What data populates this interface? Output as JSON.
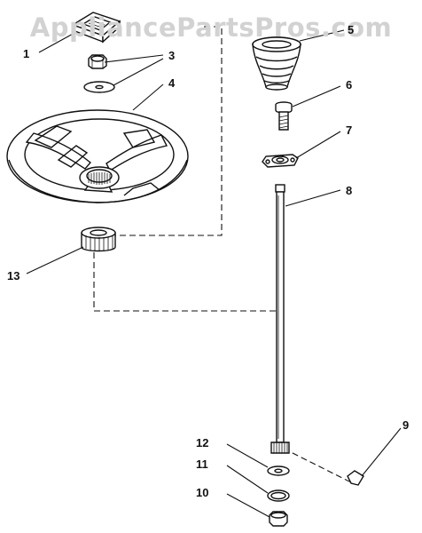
{
  "watermark": "AppliancePartsPros.com",
  "callouts": [
    {
      "key": "p1",
      "label": "1"
    },
    {
      "key": "p3",
      "label": "3"
    },
    {
      "key": "p4",
      "label": "4"
    },
    {
      "key": "p5",
      "label": "5"
    },
    {
      "key": "p6",
      "label": "6"
    },
    {
      "key": "p7",
      "label": "7"
    },
    {
      "key": "p8",
      "label": "8"
    },
    {
      "key": "p9",
      "label": "9"
    },
    {
      "key": "p10",
      "label": "10"
    },
    {
      "key": "p11",
      "label": "11"
    },
    {
      "key": "p12",
      "label": "12"
    },
    {
      "key": "p13",
      "label": "13"
    }
  ]
}
